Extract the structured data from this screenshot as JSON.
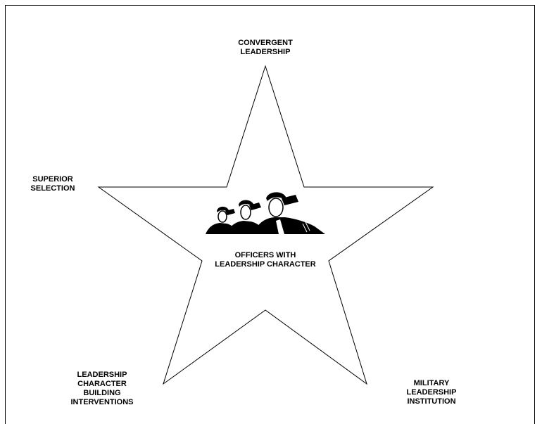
{
  "diagram": {
    "top_label": [
      "CONVERGENT",
      "LEADERSHIP"
    ],
    "left_label": [
      "SUPERIOR",
      "SELECTION"
    ],
    "bottom_left_label": [
      "LEADERSHIP",
      "CHARACTER",
      "BUILDING",
      "INTERVENTIONS"
    ],
    "bottom_right_label": [
      "MILITARY",
      "LEADERSHIP",
      "INSTITUTION"
    ],
    "center_label": [
      "OFFICERS WITH",
      "LEADERSHIP CHARACTER"
    ],
    "center_image": "three-saluting-officers-icon"
  }
}
